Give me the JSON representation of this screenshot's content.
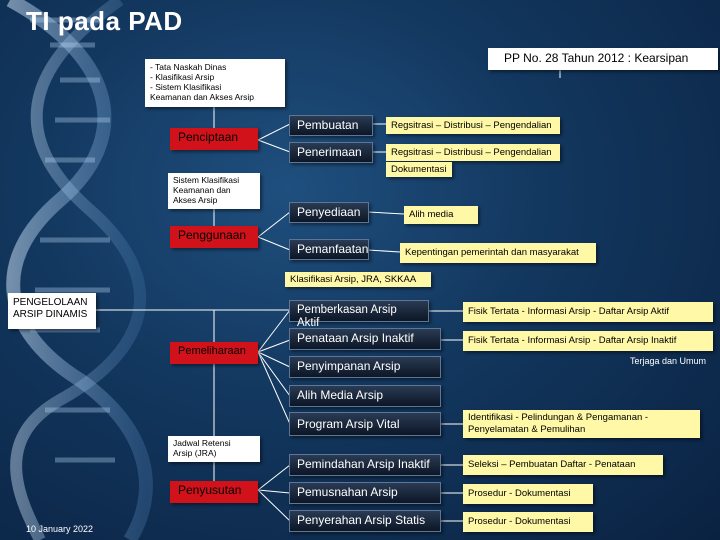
{
  "title": "TI pada PAD",
  "pp_box": "PP No. 28 Tahun 2012 : Kearsipan",
  "list_box": [
    "- Tata Naskah Dinas",
    "- Klasifikasi Arsip",
    "- Sistem Klasifikasi",
    "   Keamanan dan Akses Arsip"
  ],
  "klasifikasi_box": [
    "Sistem Klasifikasi",
    "Keamanan dan",
    "Akses Arsip"
  ],
  "root": "PENGELOLAAN ARSIP DINAMIS",
  "stages": {
    "penciptaan": "Penciptaan",
    "penggunaan": "Penggunaan",
    "pemeliharaan": "Pemeliharaan",
    "penyusutan": "Penyusutan"
  },
  "activities": {
    "pembuatan": "Pembuatan",
    "penerimaan": "Penerimaan",
    "penyediaan": "Penyediaan",
    "pemanfaatan": "Pemanfaatan",
    "pemberkasan": "Pemberkasan Arsip Aktif",
    "penataan": "Penataan Arsip Inaktif",
    "penyimpanan": "Penyimpanan Arsip",
    "alih_media": "Alih Media Arsip",
    "program_vital": "Program Arsip Vital",
    "pemindahan": "Pemindahan Arsip Inaktif",
    "pemusnahan": "Pemusnahan Arsip",
    "penyerahan": "Penyerahan Arsip Statis"
  },
  "details": {
    "pembuatan": "Regsitrasi – Distribusi – Pengendalian",
    "penerimaan": "Regsitrasi – Distribusi – Pengendalian",
    "dokumentasi": "Dokumentasi",
    "penyediaan": "Alih media",
    "pemanfaatan": "Kepentingan pemerintah dan masyarakat",
    "klasifikasi_jra": "Klasifikasi Arsip, JRA, SKKAA",
    "pemberkasan": "Fisik Tertata - Informasi Arsip - Daftar Arsip Aktif",
    "penataan": "Fisik Tertata - Informasi Arsip - Daftar Arsip Inaktif",
    "terjaga": "Terjaga dan Umum",
    "program_vital": [
      "Identifikasi - Pelindungan & Pengamanan -",
      "Penyelamatan & Pemulihan"
    ],
    "pemindahan": "Seleksi – Pembuatan Daftar - Penataan",
    "pemusnahan": "Prosedur - Dokumentasi",
    "penyerahan": "Prosedur - Dokumentasi"
  },
  "jra_box": [
    "Jadwal Retensi",
    "Arsip (JRA)"
  ],
  "date": "10 January 2022",
  "colors": {
    "accent_red": "#d2121a",
    "yellow": "#fff8a6",
    "background": "#12365d"
  }
}
